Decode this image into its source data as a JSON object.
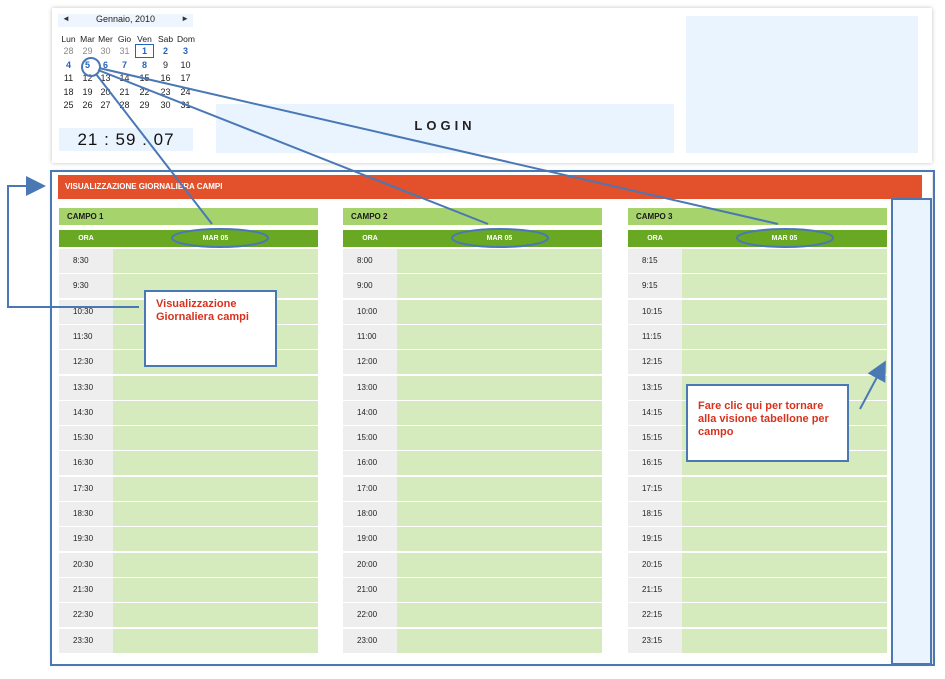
{
  "calendar": {
    "month_title": "Gennaio, 2010",
    "prev": "◄",
    "next": "►",
    "weekdays": [
      "Lun",
      "Mar",
      "Mer",
      "Gio",
      "Ven",
      "Sab",
      "Dom"
    ],
    "weeks": [
      [
        "28",
        "29",
        "30",
        "31",
        "1",
        "2",
        "3"
      ],
      [
        "4",
        "5",
        "6",
        "7",
        "8",
        "9",
        "10"
      ],
      [
        "11",
        "12",
        "13",
        "14",
        "15",
        "16",
        "17"
      ],
      [
        "18",
        "19",
        "20",
        "21",
        "22",
        "23",
        "24"
      ],
      [
        "25",
        "26",
        "27",
        "28",
        "29",
        "30",
        "31"
      ]
    ]
  },
  "clock": "21 : 59 : 07",
  "login": {
    "label": "LOGIN"
  },
  "view": {
    "title": "VISUALIZZAZIONE GIORNALIERA CAMPI"
  },
  "campi": [
    {
      "name": "CAMPO 1",
      "ora_label": "ORA",
      "day_label": "MAR 05",
      "times": [
        "8:30",
        "9:30",
        "10:30",
        "11:30",
        "12:30",
        "13:30",
        "14:30",
        "15:30",
        "16:30",
        "17:30",
        "18:30",
        "19:30",
        "20:30",
        "21:30",
        "22:30",
        "23:30"
      ]
    },
    {
      "name": "CAMPO 2",
      "ora_label": "ORA",
      "day_label": "MAR 05",
      "times": [
        "8:00",
        "9:00",
        "10:00",
        "11:00",
        "12:00",
        "13:00",
        "14:00",
        "15:00",
        "16:00",
        "17:00",
        "18:00",
        "19:00",
        "20:00",
        "21:00",
        "22:00",
        "23:00"
      ]
    },
    {
      "name": "CAMPO 3",
      "ora_label": "ORA",
      "day_label": "MAR 05",
      "times": [
        "8:15",
        "9:15",
        "10:15",
        "11:15",
        "12:15",
        "13:15",
        "14:15",
        "15:15",
        "16:15",
        "17:15",
        "18:15",
        "19:15",
        "20:15",
        "21:15",
        "22:15",
        "23:15"
      ]
    }
  ],
  "annotations": {
    "daily_view": "Visualizzazione Giornaliera campi",
    "back_hint": "Fare clic qui per tornare alla visione tabellone per campo"
  },
  "colors": {
    "title_bar": "#e2512b",
    "campo_header": "#a6d36c",
    "ora_header": "#68a822",
    "slot": "#d5ebbd",
    "annotation_line": "#4a78b5",
    "annotation_text": "#d8321e"
  }
}
